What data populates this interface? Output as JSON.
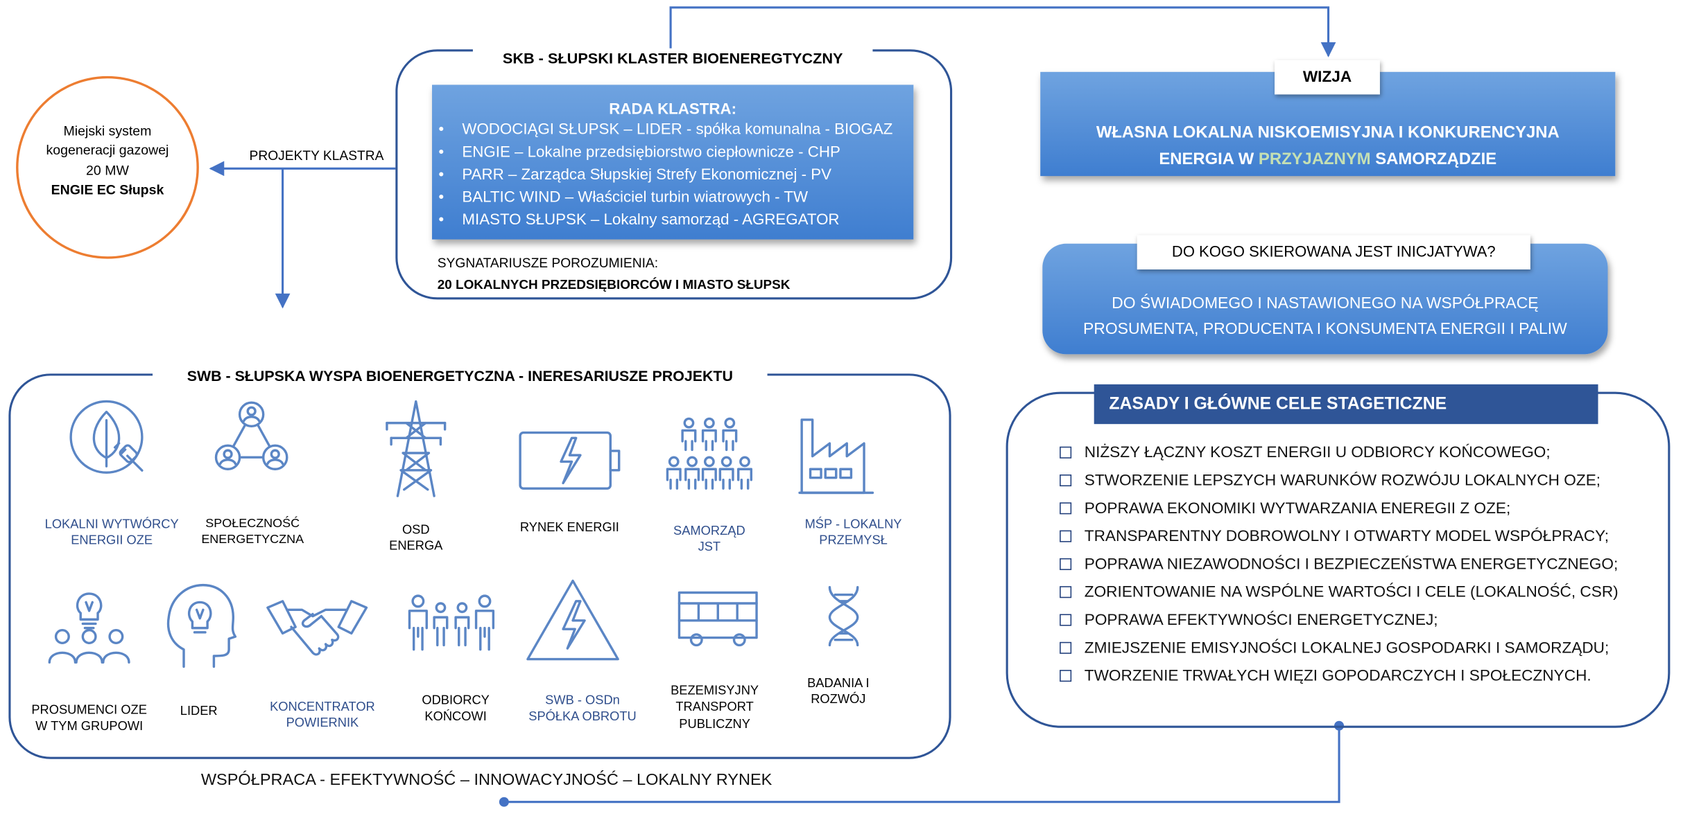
{
  "circle": {
    "line1": "Miejski system",
    "line2": "kogeneracji gazowej",
    "line3": "20 MW",
    "line4": "ENGIE EC Słupsk"
  },
  "projekty_label": "PROJEKTY KLASTRA",
  "skb": {
    "title": "SKB - SŁUPSKI KLASTER BIOENEREGTYCZNY",
    "council_title": "RADA KLASTRA:",
    "council_items": [
      "WODOCIĄGI SŁUPSK – LIDER  - spółka komunalna - BIOGAZ",
      "ENGIE – Lokalne przedsiębiorstwo ciepłownicze - CHP",
      "PARR – Zarządca Słupskiej Strefy Ekonomicznej - PV",
      "BALTIC WIND – Właściciel turbin wiatrowych - TW",
      "MIASTO SŁUPSK – Lokalny samorząd - AGREGATOR"
    ],
    "signatories_label": "SYGNATARIUSZE POROZUMIENIA:",
    "signatories_value": "20 LOKALNYCH PRZEDSIĘBIORCÓW I MIASTO SŁUPSK"
  },
  "vision": {
    "tab": "WIZJA",
    "line1": "WŁASNA LOKALNA NISKOEMISYJNA I KONKURENCYJNA",
    "line2_a": "ENERGIA W ",
    "line2_highlight": "PRZYJAZNYM",
    "line2_b": " SAMORZĄDZIE",
    "highlight_color": "#c5e0b3"
  },
  "target": {
    "tab": "DO KOGO SKIEROWANA JEST INICJATYWA?",
    "line1": "DO ŚWIADOMEGO I NASTAWIONEGO NA WSPÓŁPRACĘ",
    "line2": "PROSUMENTA, PRODUCENTA I KONSUMENTA  ENERGII I PALIW"
  },
  "swb": {
    "title": "SWB - SŁUPSKA WYSPA BIOENERGETYCZNA - INERESARIUSZE PROJEKTU",
    "items": [
      {
        "icon": "leaf-plug-icon",
        "lines": [
          "LOKALNI WYTWÓRCY",
          "ENERGII OZE"
        ]
      },
      {
        "icon": "community-network-icon",
        "lines": [
          "SPOŁECZNOŚĆ",
          "ENERGETYCZNA"
        ]
      },
      {
        "icon": "power-pylon-icon",
        "lines": [
          "OSD",
          "ENERGA"
        ]
      },
      {
        "icon": "battery-bolt-icon",
        "lines": [
          "RYNEK ENERGII"
        ]
      },
      {
        "icon": "people-group-icon",
        "lines": [
          "SAMORZĄD",
          "JST"
        ]
      },
      {
        "icon": "factory-icon",
        "lines": [
          "MŚP - LOKALNY",
          "PRZEMYSŁ"
        ]
      },
      {
        "icon": "idea-group-icon",
        "lines": [
          "PROSUMENCI OZE",
          "W TYM GRUPOWI"
        ]
      },
      {
        "icon": "head-lightbulb-icon",
        "lines": [
          "LIDER"
        ]
      },
      {
        "icon": "handshake-icon",
        "lines": [
          "KONCENTRATOR",
          "POWIERNIK"
        ]
      },
      {
        "icon": "family-icon",
        "lines": [
          "ODBIORCY",
          "KOŃCOWI"
        ]
      },
      {
        "icon": "high-voltage-warning-icon",
        "lines": [
          "SWB - OSDn",
          "SPÓŁKA OBROTU"
        ]
      },
      {
        "icon": "bus-icon",
        "lines": [
          "BEZEMISYJNY",
          "TRANSPORT",
          "PUBLICZNY"
        ]
      },
      {
        "icon": "dna-icon",
        "lines": [
          "BADANIA I",
          "ROZWÓJ"
        ]
      }
    ]
  },
  "principles": {
    "title": "ZASADY I GŁÓWNE CELE STAGETICZNE",
    "items": [
      "NIŻSZY ŁĄCZNY KOSZT ENERGII U ODBIORCY KOŃCOWEGO;",
      "STWORZENIE LEPSZYCH WARUNKÓW ROZWÓJU LOKALNYCH OZE;",
      "POPRAWA EKONOMIKI WYTWARZANIA ENEREGII Z OZE;",
      "TRANSPARENTNY DOBROWOLNY I OTWARTY MODEL WSPÓŁPRACY;",
      "POPRAWA NIEZAWODNOŚCI I BEZPIECZEŃSTWA ENERGETYCZNEGO;",
      "ZORIENTOWANIE NA WSPÓLNE WARTOŚCI I CELE (LOKALNOŚĆ, CSR)",
      "POPRAWA EFEKTYWNOŚCI ENERGETYCZNEJ;",
      "ZMIEJSZENIE EMISYJNOŚCI LOKALNEJ  GOSPODARKI I SAMORZĄDU;",
      "TWORZENIE TRWAŁYCH WIĘZI GOPODARCZYCH I SPOŁECZNYCH."
    ]
  },
  "footer": "WSPÓŁPRACA -  EFEKTYWNOŚĆ – INNOWACYJNOŚĆ – LOKALNY RYNEK",
  "colors": {
    "navy": "#2f4e8c",
    "outline": "#2f5597",
    "blue_gradient_top": "#6fa3e0",
    "blue_gradient_bottom": "#3f7ed0",
    "orange": "#ed7d31",
    "icon": "#5b86c5",
    "connector": "#4472c4"
  }
}
